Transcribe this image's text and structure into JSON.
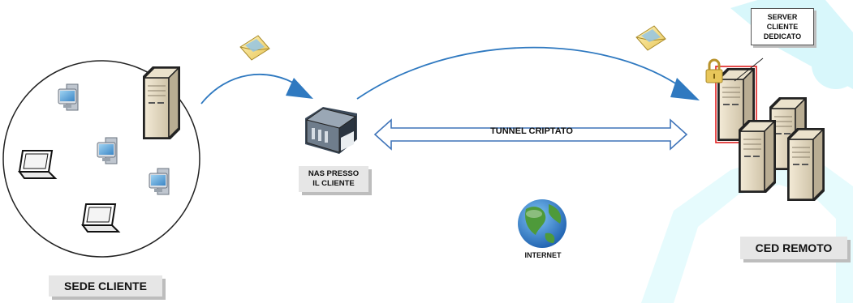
{
  "labels": {
    "sede_cliente": "SEDE CLIENTE",
    "ced_remoto": "CED REMOTO",
    "nas_line1": "NAS PRESSO",
    "nas_line2": "IL CLIENTE",
    "server_line1": "SERVER",
    "server_line2": "CLIENTE",
    "server_line3": "DEDICATO",
    "tunnel": "TUNNEL CRIPTATO",
    "internet": "INTERNET"
  },
  "colors": {
    "arrow_blue": "#2f79c0",
    "tunnel_outline": "#3f74b9",
    "watermark_cyan": "#d8f7fb",
    "label_bg": "#e6e6e6",
    "highlight_red": "#e02020"
  },
  "icons": {
    "client_site": [
      "desktop-icon",
      "desktop-icon",
      "desktop-icon",
      "laptop-icon",
      "laptop-icon",
      "server-tower-icon"
    ],
    "nas": "nas-device-icon",
    "remote": [
      "lock-icon",
      "server-tower-icon",
      "server-tower-icon",
      "server-tower-icon",
      "server-tower-icon"
    ],
    "envelopes": [
      "envelope-icon",
      "envelope-icon"
    ],
    "globe": "globe-icon"
  }
}
